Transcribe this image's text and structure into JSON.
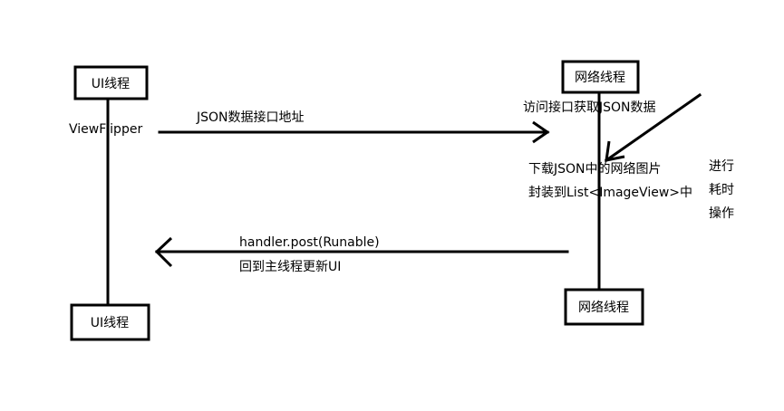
{
  "nodes": {
    "ui_top": "UI线程",
    "net_top": "网络线程",
    "ui_bottom": "UI线程",
    "net_bottom": "网络线程"
  },
  "labels": {
    "viewflipper": "ViewFlipper",
    "json_address": "JSON数据接口地址",
    "access_api": "访问接口获取JSON数据",
    "download_images": "下载JSON中的网络图片",
    "wrap_list": "封装到List<ImageView>中",
    "time_1": "进行",
    "time_2": "耗时",
    "time_3": "操作",
    "handler_post": "handler.post(Runable)",
    "back_to_main": "回到主线程更新UI"
  }
}
